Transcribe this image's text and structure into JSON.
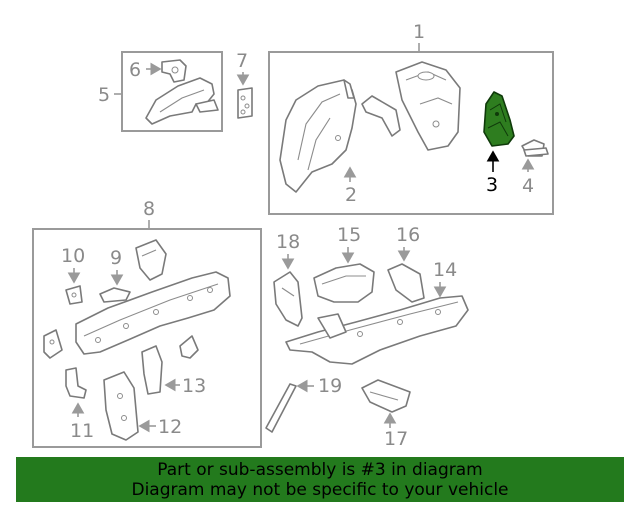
{
  "diagram": {
    "callouts": {
      "c1": "1",
      "c2": "2",
      "c3": "3",
      "c4": "4",
      "c5": "5",
      "c6": "6",
      "c7": "7",
      "c8": "8",
      "c9": "9",
      "c10": "10",
      "c11": "11",
      "c12": "12",
      "c13": "13",
      "c14": "14",
      "c15": "15",
      "c16": "16",
      "c17": "17",
      "c18": "18",
      "c19": "19"
    },
    "highlighted_part": "3",
    "highlight_color": "#2e7d1f"
  },
  "banner": {
    "line1": "Part or sub-assembly is #3 in diagram",
    "line2": "Diagram may not be specific to your vehicle",
    "background": "#237a1d"
  }
}
